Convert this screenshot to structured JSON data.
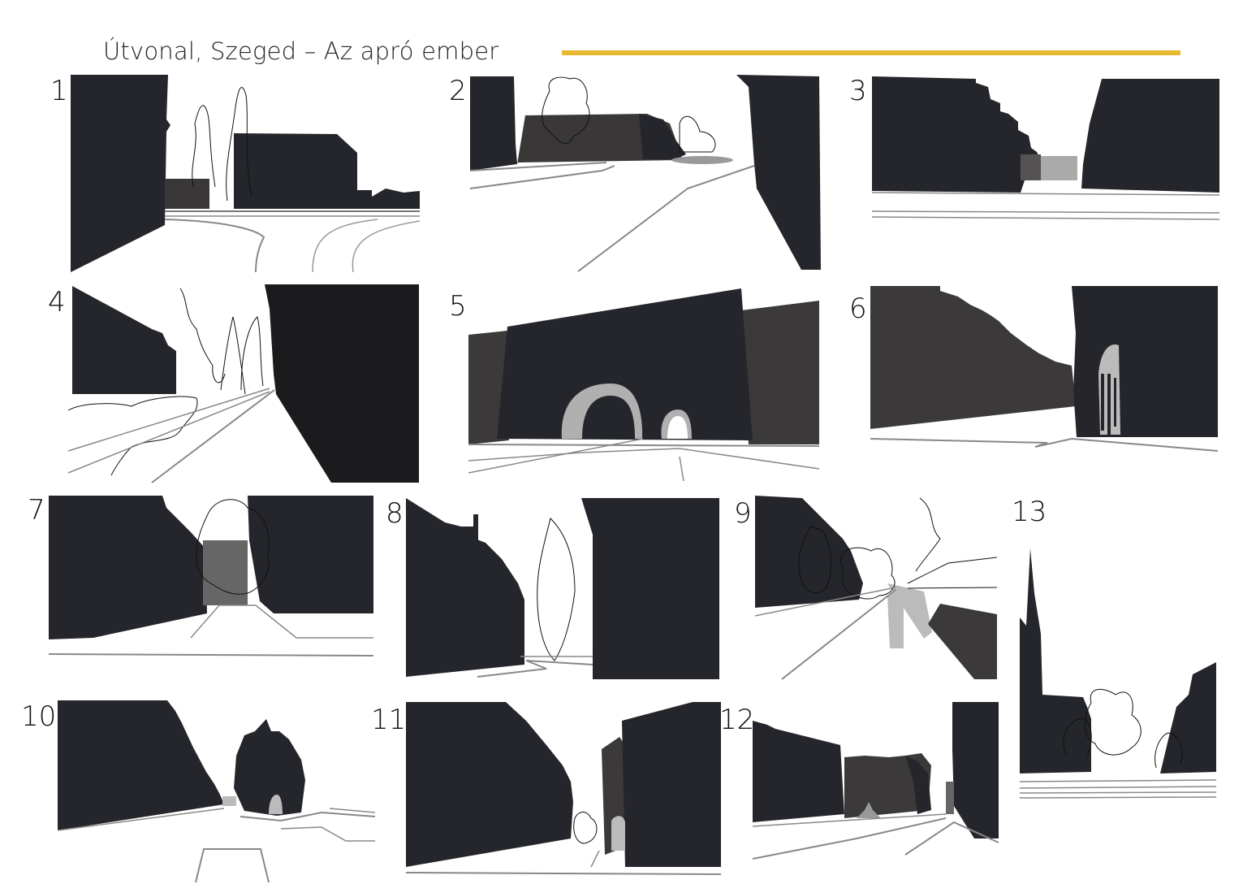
{
  "title": "Útvonal, Szeged – Az apró ember",
  "colors": {
    "accent": "#e8b82f",
    "building_dark": "#25262b",
    "building_mid": "#3c393a",
    "building_light": "#4a4748",
    "gray": "#b5b5b5",
    "line": "#7a7a7a"
  },
  "panels": [
    {
      "number": "1"
    },
    {
      "number": "2"
    },
    {
      "number": "3"
    },
    {
      "number": "4"
    },
    {
      "number": "5"
    },
    {
      "number": "6"
    },
    {
      "number": "7"
    },
    {
      "number": "8"
    },
    {
      "number": "9"
    },
    {
      "number": "10"
    },
    {
      "number": "11"
    },
    {
      "number": "12"
    },
    {
      "number": "13"
    }
  ]
}
